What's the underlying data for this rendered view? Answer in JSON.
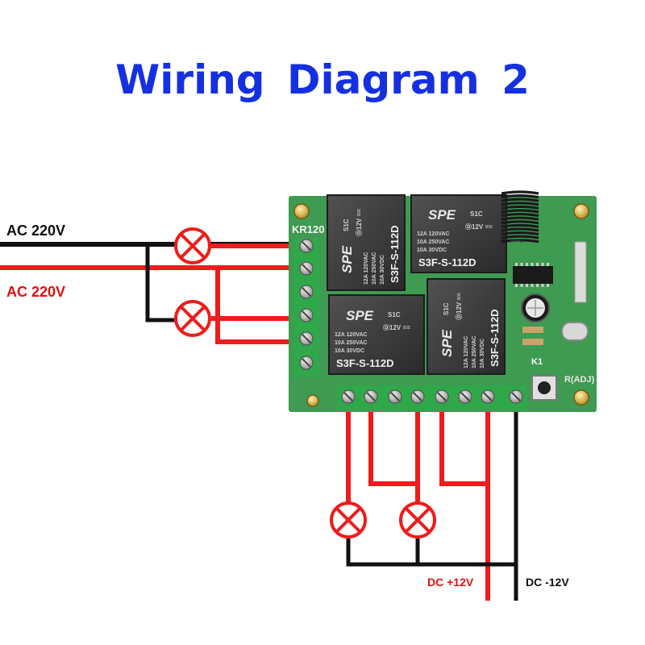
{
  "title": "Wiring  Diagram  2",
  "labels": {
    "ac_top": "AC 220V",
    "ac_bottom": "AC 220V",
    "dc_plus": "DC +12V",
    "dc_minus": "DC -12V"
  },
  "board": {
    "model_partial": "KR120",
    "button_label": "R(ADJ)",
    "k1_label": "K1",
    "relay_brand": "SPE",
    "relay_model": "S3F-S-112D",
    "relay_code": "S1C",
    "relay_coil": "Ⓓ12V ==",
    "relay_ratings": [
      "12A 120VAC",
      "10A 250VAC",
      "10A 30VDC"
    ]
  },
  "colors": {
    "title": "#1530e0",
    "wire_red": "#ee1c1c",
    "wire_black": "#111111",
    "board_green": "#3f9a52",
    "terminal_green": "#2fa84a",
    "relay_body": "#3b3b3b",
    "label_red": "#e01010"
  },
  "icons": [
    "lamp-icon",
    "screw-terminal-icon",
    "antenna-coil-icon",
    "relay-icon",
    "capacitor-icon",
    "crystal-icon",
    "push-button-icon"
  ]
}
